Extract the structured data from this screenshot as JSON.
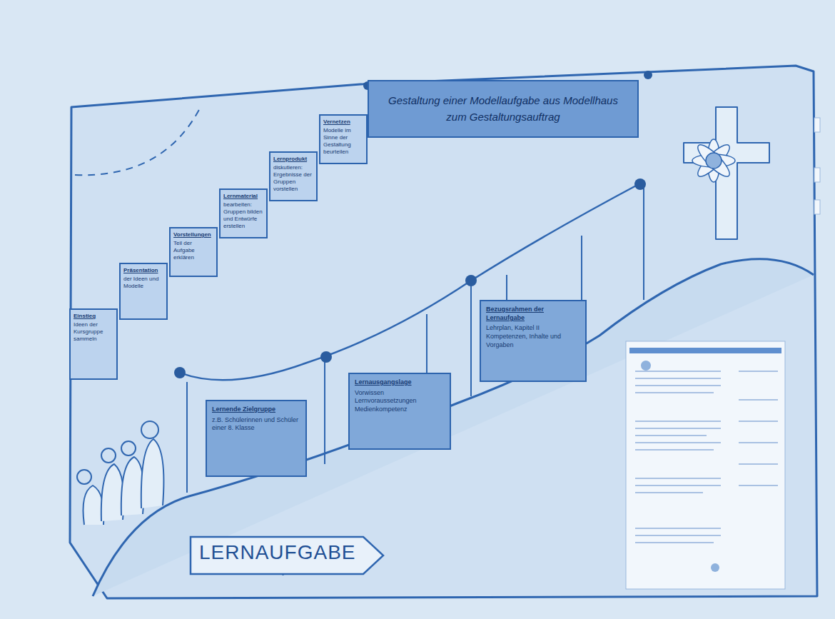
{
  "diagram": {
    "title": "Gestaltung einer Modellaufgabe aus Modellhaus zum Gestaltungsauftrag",
    "nodes": [
      {
        "text": [
          "Einstieg",
          "Ideen der Kursgruppe sammeln"
        ]
      },
      {
        "text": [
          "Präsentation",
          "der Ideen und Modelle"
        ]
      },
      {
        "text": [
          "Vorstellungen",
          "Teil der Aufgabe erklären"
        ]
      },
      {
        "text": [
          "Lernmaterial",
          "bearbeiten: Gruppen bilden und Entwürfe erstellen"
        ]
      },
      {
        "text": [
          "Lernprodukt",
          "diskutieren: Ergebnisse der Gruppen vorstellen"
        ]
      },
      {
        "text": [
          "Vernetzen",
          "Modelle im Sinne der Gestaltung beurteilen"
        ]
      },
      {
        "text": [
          "Lernende Zielgruppe",
          "z.B. Schülerinnen und Schüler einer 8. Klasse"
        ]
      },
      {
        "text": [
          "Lernausgangslage",
          "Vorwissen Lernvoraussetzungen Medienkompetenz"
        ]
      },
      {
        "text": [
          "Bezugsrahmen der Lernaufgabe",
          "Lehrplan, Kapitel II Kompetenzen, Inhalte und Vorgaben"
        ]
      },
      {
        "text": [
          "LERNAUFGABE"
        ]
      }
    ]
  }
}
